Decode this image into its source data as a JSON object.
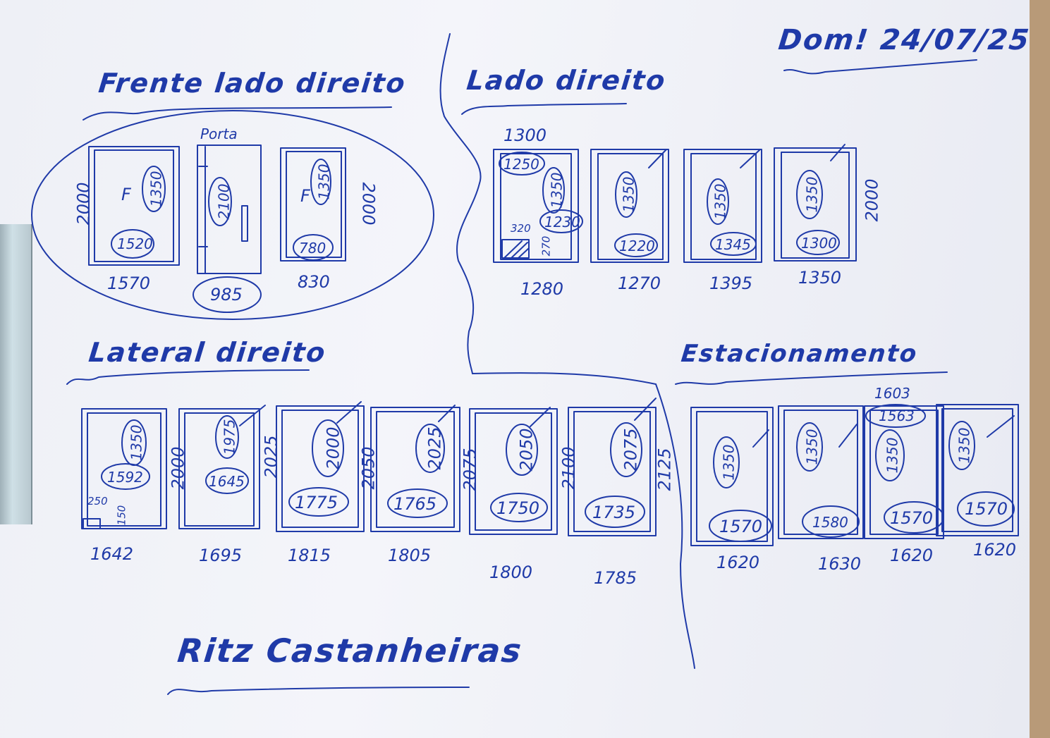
{
  "date_note": "Dom! 24/07/25",
  "project_name": "Ritz Castanheiras",
  "sections": {
    "frente": {
      "title": "Frente lado direito",
      "porta_label": "Porta",
      "windows": [
        {
          "height": "2000",
          "width": "1570",
          "inner_h": "1350",
          "inner_w": "1520",
          "mark": "F"
        },
        {
          "inner_h": "2100",
          "width": "985"
        },
        {
          "height": "2000",
          "width": "830",
          "inner_h": "1350",
          "inner_w": "780",
          "mark": "F"
        }
      ]
    },
    "lado": {
      "title": "Lado direito",
      "windows": [
        {
          "top_width": "1300",
          "inner_a": "1250",
          "inner_h": "1350",
          "inner_b": "1230",
          "small_w": "320",
          "small_h": "270",
          "width": "1280"
        },
        {
          "inner_h": "1350",
          "inner_w": "1220",
          "width": "1270"
        },
        {
          "inner_h": "1350",
          "inner_w": "1345",
          "width": "1395"
        },
        {
          "inner_h": "1350",
          "inner_w": "1300",
          "width": "1350",
          "height": "2000"
        }
      ]
    },
    "lateral": {
      "title": "Lateral direito",
      "windows": [
        {
          "inner_h": "1350",
          "inner_w": "1592",
          "small_w": "250",
          "small_h": "150",
          "width": "1642",
          "height": "2000"
        },
        {
          "inner_h": "1975",
          "inner_w": "1645",
          "width": "1695",
          "height": "2025"
        },
        {
          "inner_h": "2000",
          "inner_w": "1775",
          "width": "1815",
          "height": "2050"
        },
        {
          "inner_h": "2025",
          "inner_w": "1765",
          "width": "1805",
          "height": "2075"
        },
        {
          "inner_h": "2050",
          "inner_w": "1750",
          "width": "1800",
          "height": "2100"
        },
        {
          "inner_h": "2075",
          "inner_w": "1735",
          "width": "1785",
          "height": "2125"
        }
      ]
    },
    "estacionamento": {
      "title": "Estacionamento",
      "windows": [
        {
          "inner_h": "1350",
          "inner_w": "1570",
          "width": "1620"
        },
        {
          "inner_h": "1350",
          "inner_w": "1580",
          "width": "1630"
        },
        {
          "inner_h": "1350",
          "inner_w": "1570",
          "top_width": "1603",
          "top_inner": "1563",
          "width": "1620"
        },
        {
          "inner_h": "1350",
          "inner_w": "1570",
          "width": "1620"
        }
      ]
    }
  }
}
